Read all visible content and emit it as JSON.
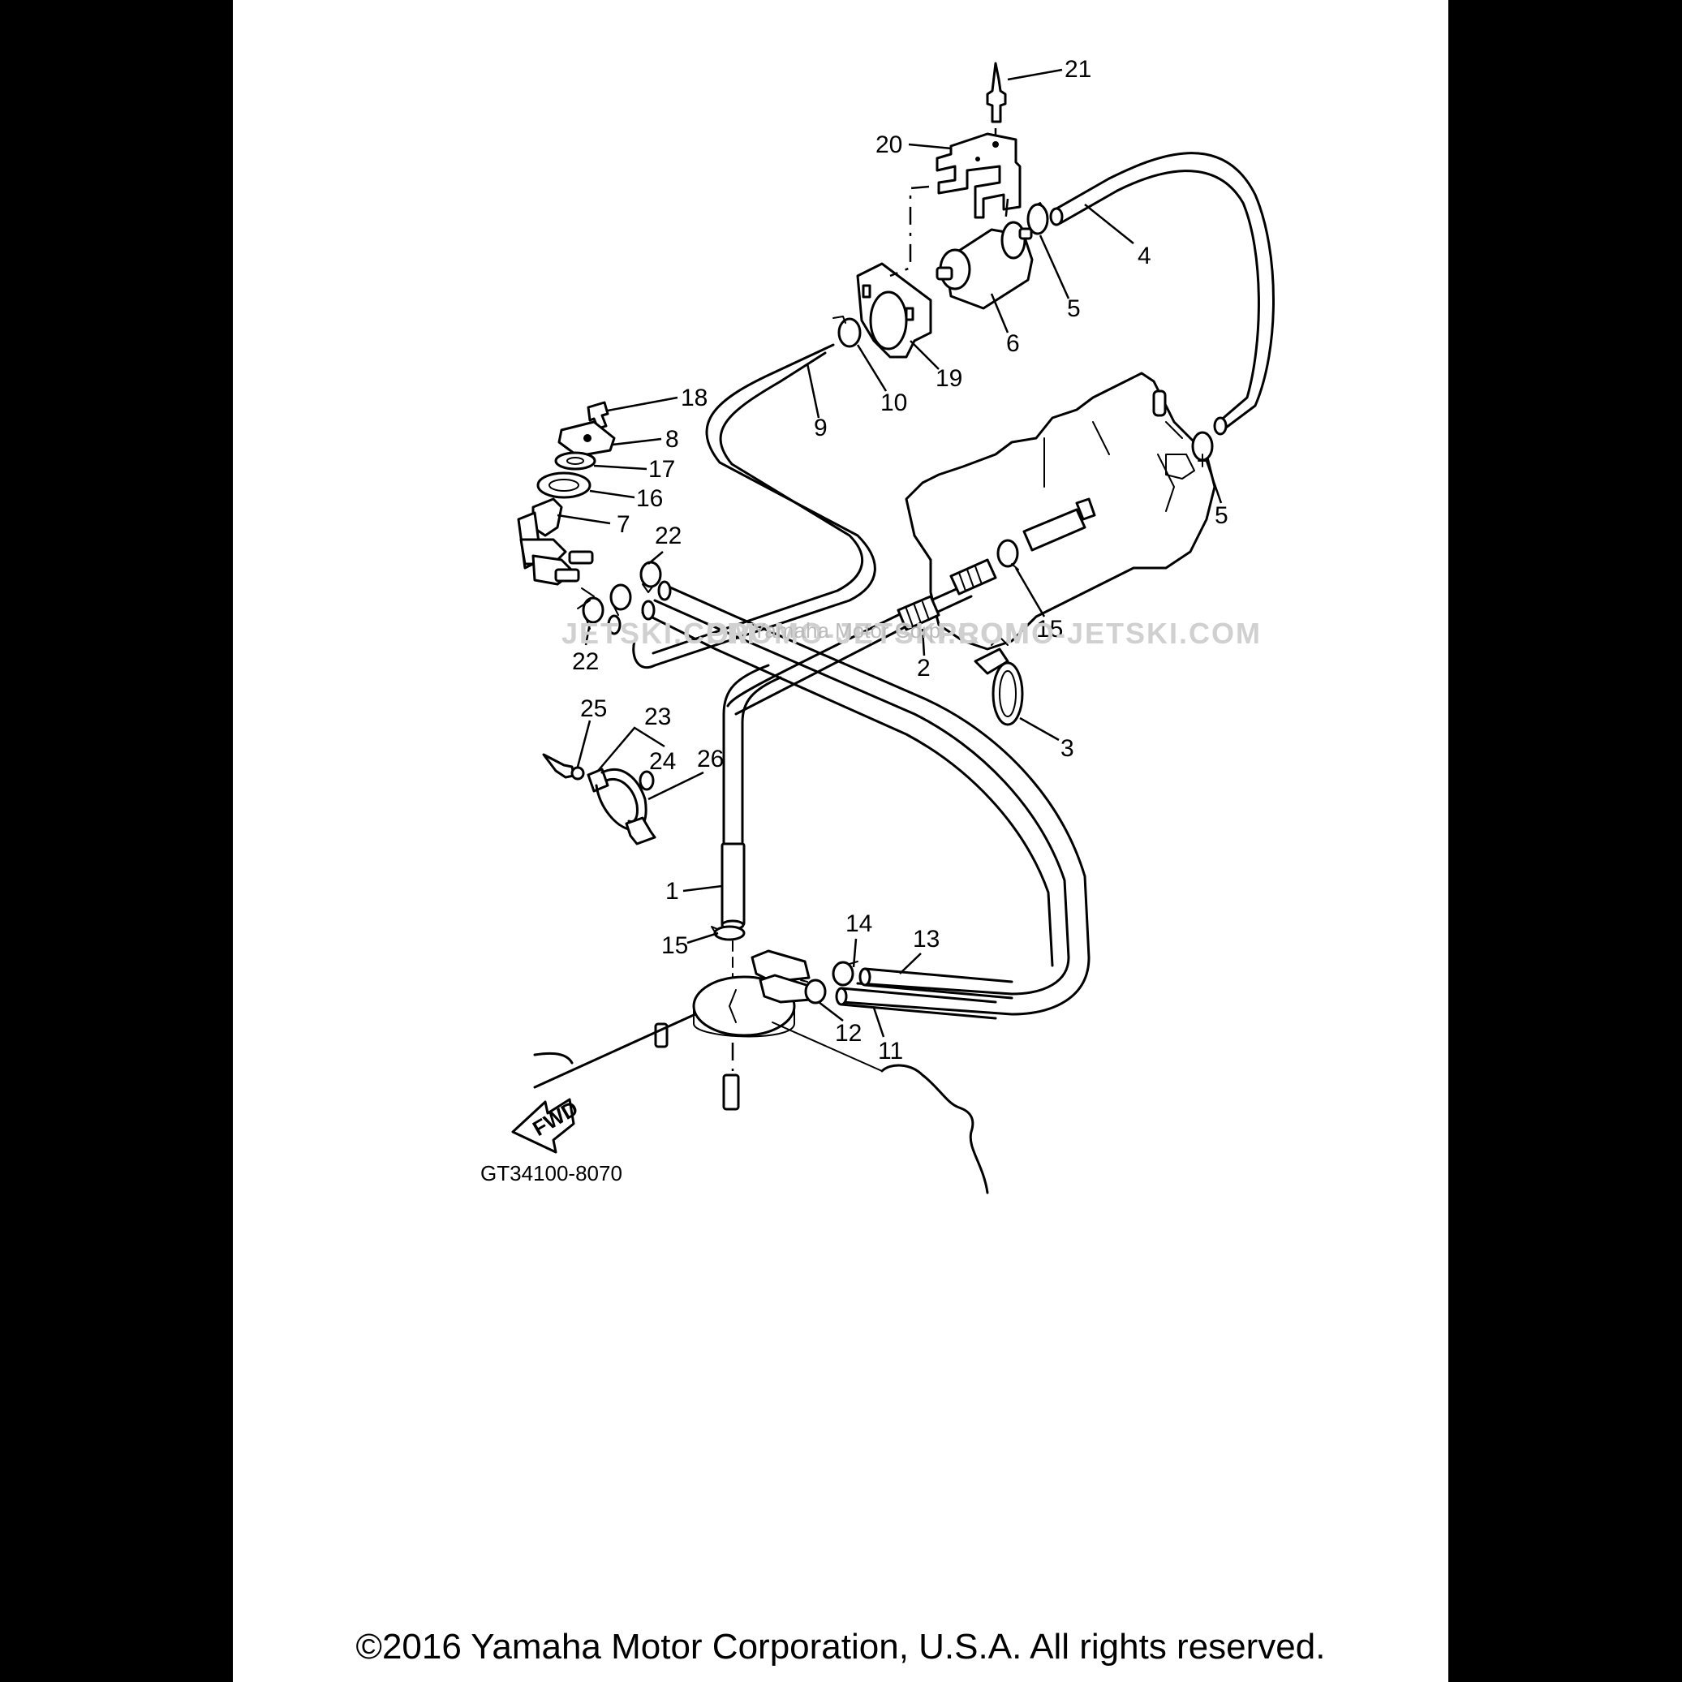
{
  "diagram": {
    "callouts": [
      {
        "id": "c21",
        "text": "21"
      },
      {
        "id": "c20",
        "text": "20"
      },
      {
        "id": "c4",
        "text": "4"
      },
      {
        "id": "c5a",
        "text": "5"
      },
      {
        "id": "c6",
        "text": "6"
      },
      {
        "id": "c19",
        "text": "19"
      },
      {
        "id": "c10",
        "text": "10"
      },
      {
        "id": "c9",
        "text": "9"
      },
      {
        "id": "c18",
        "text": "18"
      },
      {
        "id": "c8",
        "text": "8"
      },
      {
        "id": "c17",
        "text": "17"
      },
      {
        "id": "c16",
        "text": "16"
      },
      {
        "id": "c7",
        "text": "7"
      },
      {
        "id": "c22a",
        "text": "22"
      },
      {
        "id": "c22b",
        "text": "22"
      },
      {
        "id": "c5b",
        "text": "5"
      },
      {
        "id": "c15a",
        "text": "15"
      },
      {
        "id": "c2",
        "text": "2"
      },
      {
        "id": "c3",
        "text": "3"
      },
      {
        "id": "c25",
        "text": "25"
      },
      {
        "id": "c23",
        "text": "23"
      },
      {
        "id": "c24",
        "text": "24"
      },
      {
        "id": "c26",
        "text": "26"
      },
      {
        "id": "c1",
        "text": "1"
      },
      {
        "id": "c14",
        "text": "14"
      },
      {
        "id": "c13",
        "text": "13"
      },
      {
        "id": "c15b",
        "text": "15"
      },
      {
        "id": "c12",
        "text": "12"
      },
      {
        "id": "c11",
        "text": "11"
      }
    ],
    "watermark_left": "JETSKI.COM",
    "watermark_center": "PROMO-JETSKI.COM",
    "watermark_right": "PROMO-JETSKI.COM",
    "watermark_small": "Yamaha Motor Corp.",
    "fwd_label": "FWD",
    "diagram_code": "GT34100-8070"
  },
  "footer": {
    "copyright": "©2016 Yamaha Motor Corporation, U.S.A. All rights reserved."
  }
}
